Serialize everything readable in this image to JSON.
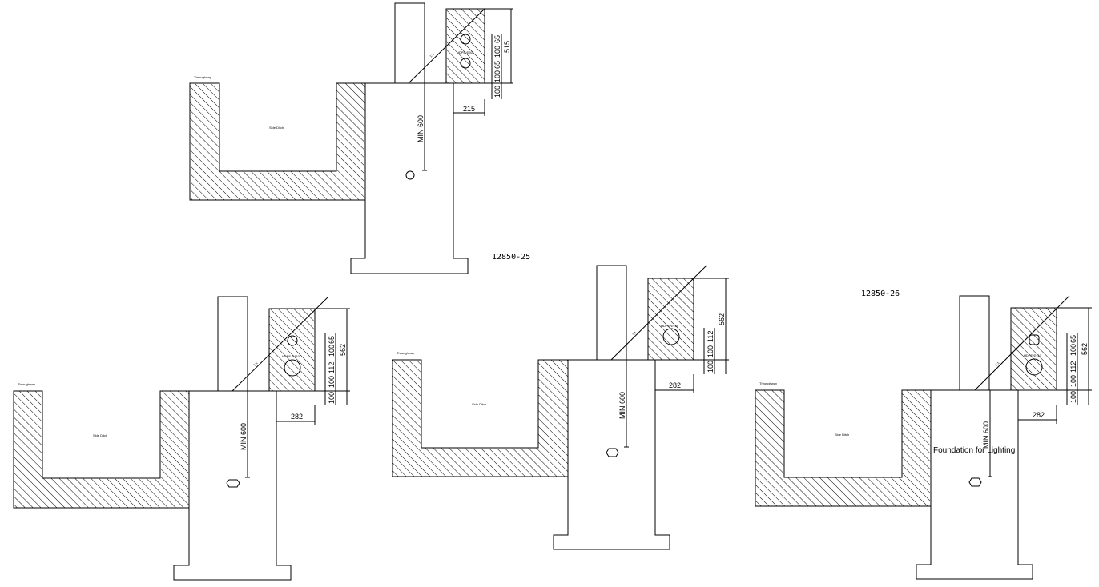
{
  "top": {
    "label_roadway": "Throughway",
    "label_ditch": "Side Ditch",
    "label_pipe": "HDPE Φ50",
    "label_slope": "1:1",
    "depth_text": "MIN 600",
    "dim_width": "215",
    "dim_height": "515",
    "dim_stack": [
      "100",
      "100",
      "65",
      "100",
      "65"
    ],
    "drawing_no": "12850-25"
  },
  "bottom_left": {
    "label_roadway": "Throughway",
    "label_ditch": "Side Ditch",
    "label_pipe": "HDPE Φ110",
    "label_slope": "1:1",
    "depth_text": "MIN 600",
    "dim_width": "282",
    "dim_height": "562",
    "dim_stack": [
      "100",
      "100",
      "112",
      "100",
      "65"
    ]
  },
  "bottom_middle": {
    "label_roadway": "Throughway",
    "label_ditch": "Side Ditch",
    "label_pipe": "HDPE Φ160",
    "label_slope": "1:1",
    "depth_text": "MIN 600",
    "dim_width": "282",
    "dim_height": "562",
    "dim_stack": [
      "100",
      "100",
      "112"
    ]
  },
  "bottom_right": {
    "label_roadway": "Throughway",
    "label_ditch": "Side Ditch",
    "label_pipe": "HDPE Φ110",
    "label_slope": "1:1",
    "depth_text": "MIN 600",
    "dim_width": "282",
    "dim_height": "562",
    "dim_stack": [
      "100",
      "100",
      "112",
      "100",
      "65"
    ],
    "drawing_no": "12850-26",
    "caption": "Foundation for Lighting"
  },
  "colors": {
    "line": "#000000",
    "background": "#ffffff"
  }
}
